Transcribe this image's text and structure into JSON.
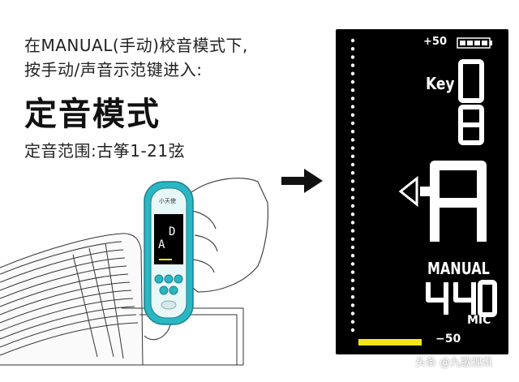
{
  "instructions": {
    "line1": "在MANUAL(手动)校音模式下,",
    "line2": "按手动/声音示范键进入:"
  },
  "heading": {
    "title": "定音模式",
    "range": "定音范围:古筝1-21弦"
  },
  "device": {
    "brand": "小天使",
    "screen_mini_key": "D"
  },
  "display": {
    "cents_top": "+50",
    "key_label": "Key",
    "key_digits": "D8",
    "note": "A",
    "mode": "MANUAL",
    "pitch": "440",
    "input": "MIC",
    "cents_bottom": "−50",
    "battery_bars": 4
  },
  "colors": {
    "device_teal": "#2ab7c4",
    "meter_yellow": "#f4e51a",
    "display_bg": "#000000"
  },
  "watermark": "头条 @九歌视讯"
}
